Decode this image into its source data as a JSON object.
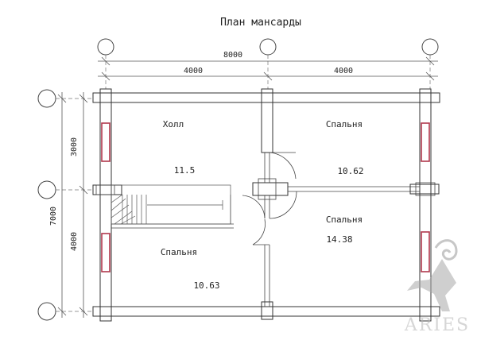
{
  "plan": {
    "title": "План мансарды",
    "rooms": [
      {
        "name": "Холл",
        "area": "11.5"
      },
      {
        "name": "Спальня",
        "area": "10.62"
      },
      {
        "name": "Спальня",
        "area": "14.38"
      },
      {
        "name": "Спальня",
        "area": "10.63"
      }
    ],
    "dimensions": {
      "total_width": "8000",
      "left_width": "4000",
      "right_width": "4000",
      "total_height": "7000",
      "upper_height": "3000",
      "lower_height": "4000"
    },
    "watermark": "ARIES"
  }
}
